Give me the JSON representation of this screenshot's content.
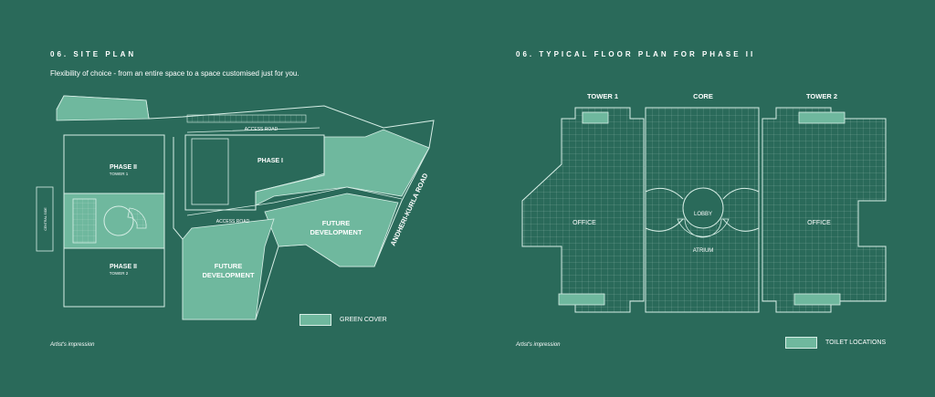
{
  "site_plan": {
    "heading": "06. SITE PLAN",
    "subtitle": "Flexibility of choice - from an entire space to a space customised just for you.",
    "labels": {
      "phase2_t1_a": "PHASE II",
      "phase2_t1_b": "TOWER 1",
      "phase2_t2_a": "PHASE II",
      "phase2_t2_b": "TOWER 2",
      "phase1": "PHASE I",
      "access_road_top": "ACCESS ROAD",
      "access_road_bottom": "ACCESS ROAD",
      "future_dev_right_a": "FUTURE",
      "future_dev_right_b": "DEVELOPMENT",
      "future_dev_left_a": "FUTURE",
      "future_dev_left_b": "DEVELOPMENT",
      "andheri_road": "ANDHERI-KURLA ROAD",
      "central_side": "CENTRAL SIDE"
    },
    "legend_label": "GREEN COVER",
    "footnote": "Artist's impression"
  },
  "floor_plan": {
    "heading": "06. TYPICAL FLOOR PLAN FOR PHASE II",
    "labels": {
      "tower1": "TOWER 1",
      "core": "CORE",
      "tower2": "TOWER 2",
      "office_left": "OFFICE",
      "office_right": "OFFICE",
      "lobby": "LOBBY",
      "atrium": "ATRIUM"
    },
    "legend_label": "TOILET LOCATIONS",
    "footnote": "Artist's impression"
  },
  "colors": {
    "background": "#2a6a5a",
    "green_cover": "#6fb89e",
    "line": "#d7eee6"
  }
}
